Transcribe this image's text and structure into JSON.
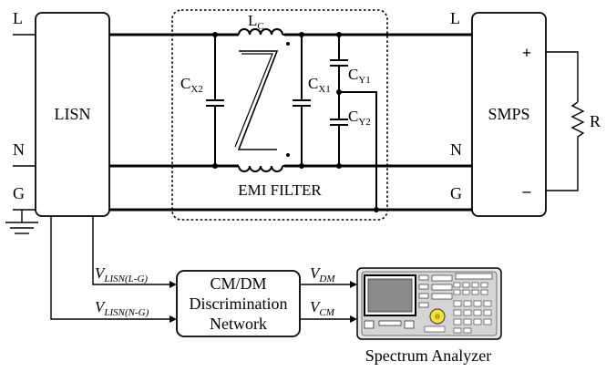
{
  "lines": {
    "l_left": "L",
    "n_left": "N",
    "g_left": "G",
    "l_right": "L",
    "n_right": "N",
    "g_right": "G"
  },
  "blocks": {
    "lisn": "LISN",
    "smps": "SMPS",
    "emi_filter": "EMI FILTER",
    "cmdm": [
      "CM/DM",
      "Discrimination",
      "Network"
    ],
    "spectrum_analyzer": "Spectrum Analyzer"
  },
  "components": {
    "lc": {
      "main": "L",
      "sub": "C"
    },
    "cx2": {
      "main": "C",
      "sub": "X2"
    },
    "cx1": {
      "main": "C",
      "sub": "X1"
    },
    "cy1": {
      "main": "C",
      "sub": "Y1"
    },
    "cy2": {
      "main": "C",
      "sub": "Y2"
    },
    "r": "R"
  },
  "signals": {
    "v_lisn_lg": {
      "main": "V",
      "sub": "LISN(L-G)"
    },
    "v_lisn_ng": {
      "main": "V",
      "sub": "LISN(N-G)"
    },
    "v_dm": {
      "main": "V",
      "sub": "DM"
    },
    "v_cm": {
      "main": "V",
      "sub": "CM"
    }
  },
  "polarity": {
    "plus": "+",
    "minus": "–"
  }
}
